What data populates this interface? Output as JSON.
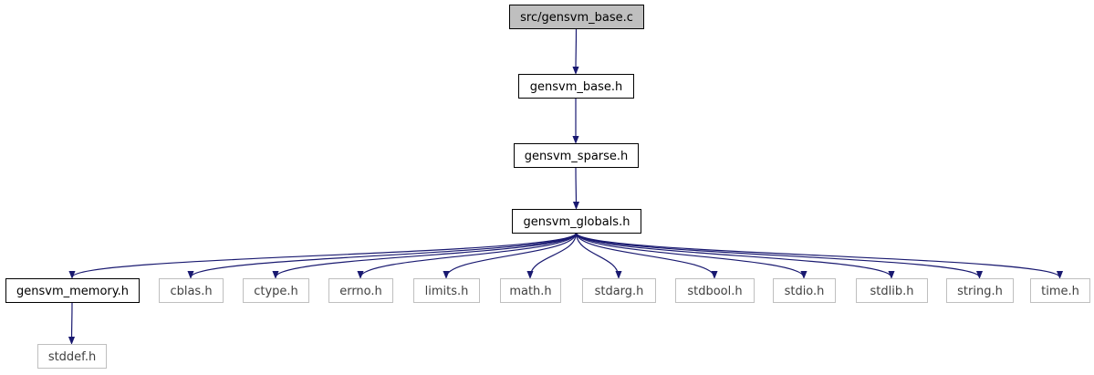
{
  "colors": {
    "edge": "#191970",
    "root_fill": "#bfbfbf",
    "node_fill": "#ffffff",
    "node_border": "#000000",
    "muted_border": "#bfbfbf"
  },
  "nodes": [
    {
      "id": "root",
      "label": "src/gensvm_base.c",
      "style": "root"
    },
    {
      "id": "base",
      "label": "gensvm_base.h",
      "style": "normal"
    },
    {
      "id": "sparse",
      "label": "gensvm_sparse.h",
      "style": "normal"
    },
    {
      "id": "globals",
      "label": "gensvm_globals.h",
      "style": "normal"
    },
    {
      "id": "memory",
      "label": "gensvm_memory.h",
      "style": "normal"
    },
    {
      "id": "cblas",
      "label": "cblas.h",
      "style": "muted"
    },
    {
      "id": "ctype",
      "label": "ctype.h",
      "style": "muted"
    },
    {
      "id": "errno",
      "label": "errno.h",
      "style": "muted"
    },
    {
      "id": "limits",
      "label": "limits.h",
      "style": "muted"
    },
    {
      "id": "math",
      "label": "math.h",
      "style": "muted"
    },
    {
      "id": "stdarg",
      "label": "stdarg.h",
      "style": "muted"
    },
    {
      "id": "stdbool",
      "label": "stdbool.h",
      "style": "muted"
    },
    {
      "id": "stdio",
      "label": "stdio.h",
      "style": "muted"
    },
    {
      "id": "stdlib",
      "label": "stdlib.h",
      "style": "muted"
    },
    {
      "id": "string",
      "label": "string.h",
      "style": "muted"
    },
    {
      "id": "time",
      "label": "time.h",
      "style": "muted"
    },
    {
      "id": "stddef",
      "label": "stddef.h",
      "style": "muted"
    }
  ],
  "edges": [
    [
      "root",
      "base"
    ],
    [
      "base",
      "sparse"
    ],
    [
      "sparse",
      "globals"
    ],
    [
      "globals",
      "memory"
    ],
    [
      "globals",
      "cblas"
    ],
    [
      "globals",
      "ctype"
    ],
    [
      "globals",
      "errno"
    ],
    [
      "globals",
      "limits"
    ],
    [
      "globals",
      "math"
    ],
    [
      "globals",
      "stdarg"
    ],
    [
      "globals",
      "stdbool"
    ],
    [
      "globals",
      "stdio"
    ],
    [
      "globals",
      "stdlib"
    ],
    [
      "globals",
      "string"
    ],
    [
      "globals",
      "time"
    ],
    [
      "memory",
      "stddef"
    ]
  ]
}
